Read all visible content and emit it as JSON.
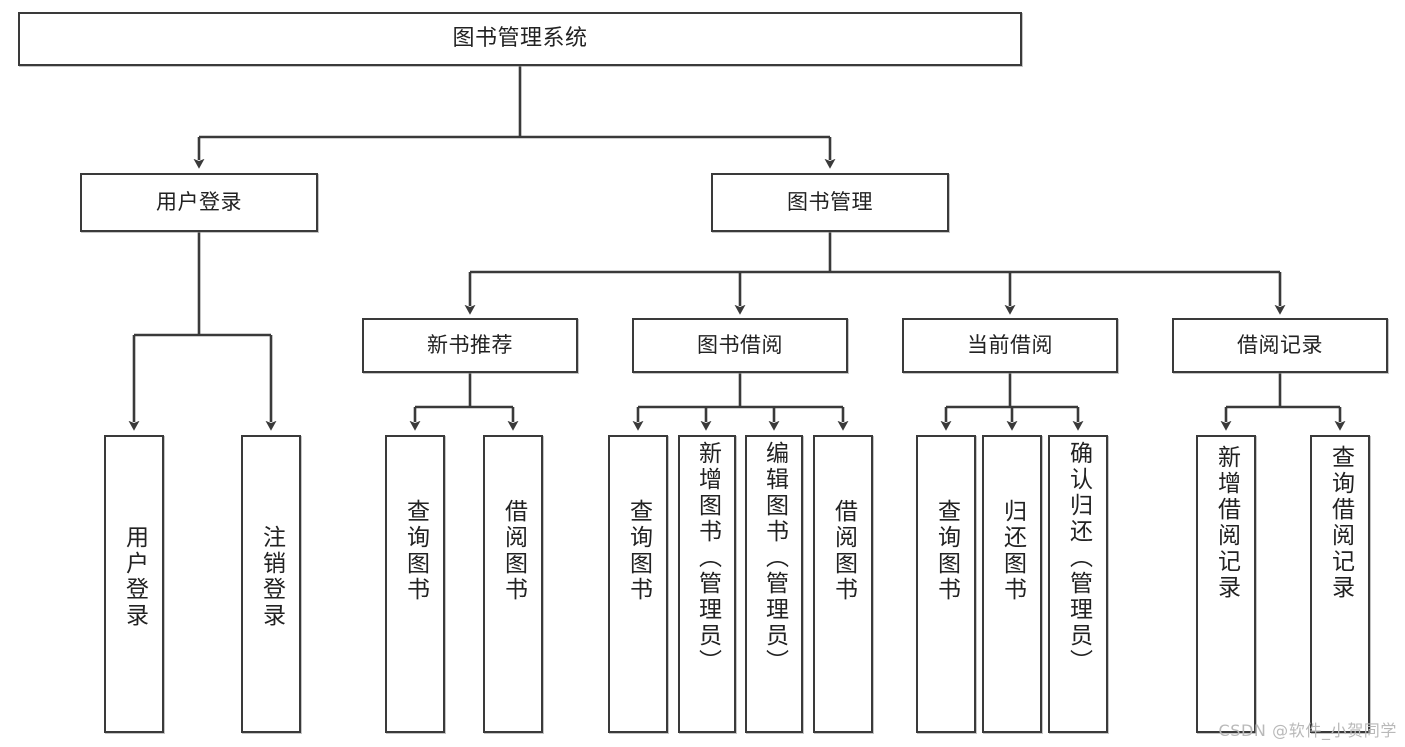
{
  "diagram": {
    "type": "tree-hierarchy",
    "title": "图书管理系统",
    "watermark": "CSDN @软件_小贺同学",
    "colors": {
      "stroke": "#3a3a3a",
      "fill": "#ffffff",
      "text": "#222222",
      "watermark": "#b9b9b9"
    },
    "levels": {
      "root": {
        "label": "图书管理系统"
      },
      "level2": [
        {
          "id": "user-login",
          "label": "用户登录"
        },
        {
          "id": "book-management",
          "label": "图书管理"
        }
      ],
      "level3": [
        {
          "id": "new-book-recommend",
          "label": "新书推荐",
          "parent": "book-management"
        },
        {
          "id": "book-borrow",
          "label": "图书借阅",
          "parent": "book-management"
        },
        {
          "id": "current-borrow",
          "label": "当前借阅",
          "parent": "book-management"
        },
        {
          "id": "borrow-record",
          "label": "借阅记录",
          "parent": "book-management"
        }
      ],
      "leaves": [
        {
          "id": "leaf-user-login",
          "label": "用户登录",
          "parent": "user-login"
        },
        {
          "id": "leaf-logout-login",
          "label": "注销登录",
          "parent": "user-login"
        },
        {
          "id": "leaf-query-book-1",
          "label": "查询图书",
          "parent": "new-book-recommend"
        },
        {
          "id": "leaf-borrow-book-1",
          "label": "借阅图书",
          "parent": "new-book-recommend"
        },
        {
          "id": "leaf-query-book-2",
          "label": "查询图书",
          "parent": "book-borrow"
        },
        {
          "id": "leaf-add-book",
          "label": "新增图书（管理员）",
          "parent": "book-borrow"
        },
        {
          "id": "leaf-edit-book",
          "label": "编辑图书（管理员）",
          "parent": "book-borrow"
        },
        {
          "id": "leaf-borrow-book-2",
          "label": "借阅图书",
          "parent": "book-borrow"
        },
        {
          "id": "leaf-query-book-3",
          "label": "查询图书",
          "parent": "current-borrow"
        },
        {
          "id": "leaf-return-book",
          "label": "归还图书",
          "parent": "current-borrow"
        },
        {
          "id": "leaf-confirm-return",
          "label": "确认归还（管理员）",
          "parent": "current-borrow"
        },
        {
          "id": "leaf-add-record",
          "label": "新增借阅记录",
          "parent": "borrow-record"
        },
        {
          "id": "leaf-query-record",
          "label": "查询借阅记录",
          "parent": "borrow-record"
        }
      ]
    }
  }
}
